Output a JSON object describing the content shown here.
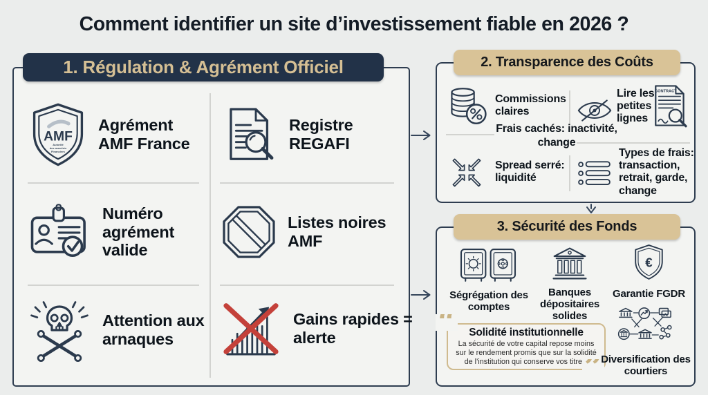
{
  "page_title": "Comment identifier un site d’investissement fiable en 2026 ?",
  "theme_colors": {
    "background": "#ebedec",
    "panel_background": "#f3f4f2",
    "navy": "#223248",
    "tan": "#d9c397",
    "icon_stroke": "#2b3a4d",
    "alert_red": "#c4413a",
    "text": "#0d141b"
  },
  "panel1": {
    "title": "1. Régulation & Agrément Officiel",
    "items": [
      {
        "label": "Agrément AMF France",
        "icon": "amf-shield-icon"
      },
      {
        "label": "Registre REGAFI",
        "icon": "document-magnifier-icon"
      },
      {
        "label": "Numéro agrément valide",
        "icon": "id-card-check-icon"
      },
      {
        "label": "Listes noires AMF",
        "icon": "prohibition-sign-icon"
      },
      {
        "label": "Attention aux arnaques",
        "icon": "skull-crossbones-icon"
      },
      {
        "label": "Gains rapides = alerte",
        "icon": "crossed-rising-chart-icon"
      }
    ]
  },
  "panel2": {
    "title": "2. Transparence des Coûts",
    "items": [
      {
        "label": "Commissions claires",
        "icon": "coins-percent-icon"
      },
      {
        "label": "Lire les petites lignes",
        "icon": "eye-slash-icon",
        "icon_right": "contract-magnifier-icon"
      },
      {
        "label": "Spread serré: liquidité",
        "icon": "converging-arrows-icon"
      },
      {
        "label": "Types de frais: transaction, retrait, garde, change",
        "icon": "fee-list-icon"
      }
    ],
    "center_note": "Frais cachés: inactivité, change"
  },
  "panel3": {
    "title": "3. Sécurité des Fonds",
    "items": [
      {
        "label": "Ségrégation des comptes",
        "icon": "double-safe-icon"
      },
      {
        "label": "Banques dépositaires solides",
        "icon": "bank-icon"
      },
      {
        "label": "Garantie FGDR",
        "icon": "shield-euro-icon"
      }
    ],
    "quote": {
      "open_mark": "“",
      "title": "Solidité institutionnelle",
      "body": "La sécurité de votre capital repose moins sur le rendement promis que sur la solidité de l’institution qui conserve vos titres.",
      "close_mark": "”"
    },
    "diversification": {
      "label": "Diversification des courtiers",
      "icon": "broker-network-icon"
    }
  },
  "icons_text": {
    "amf_acronym": "AMF",
    "amf_sub0": "Autorité",
    "amf_sub1": "des marchés",
    "amf_sub2": "Financiers",
    "contract_label": "CONTRACT",
    "euro_symbol": "€"
  }
}
